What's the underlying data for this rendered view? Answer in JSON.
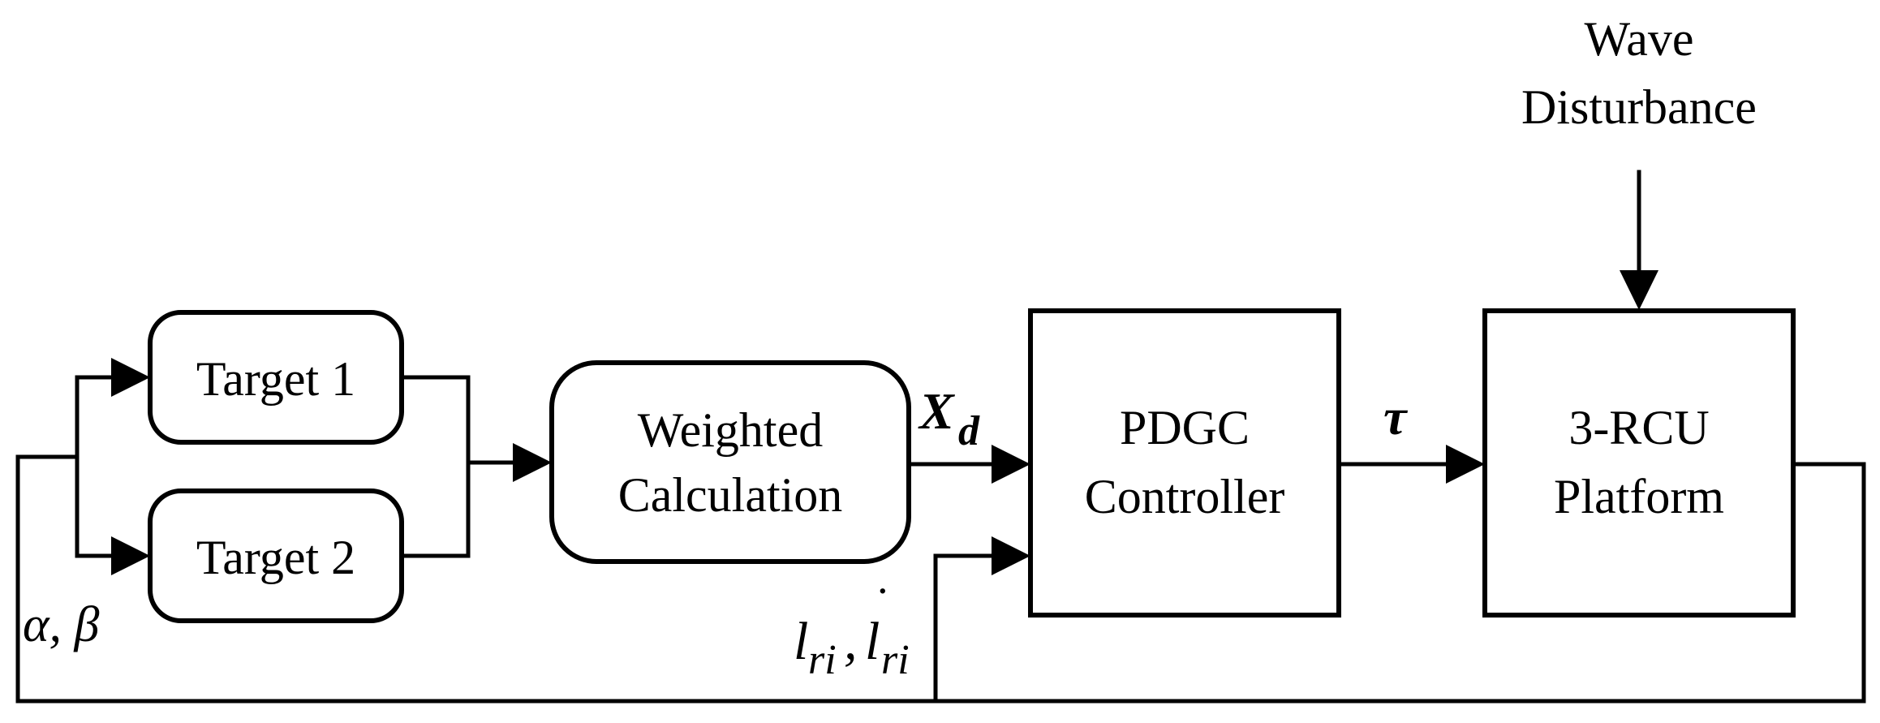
{
  "blocks": {
    "target1": {
      "label": "Target 1"
    },
    "target2": {
      "label": "Target 2"
    },
    "weighted": {
      "line1": "Weighted",
      "line2": "Calculation"
    },
    "pdgc": {
      "line1": "PDGC",
      "line2": "Controller"
    },
    "platform": {
      "line1": "3-RCU",
      "line2": "Platform"
    }
  },
  "disturbance": {
    "line1": "Wave",
    "line2": "Disturbance"
  },
  "signals": {
    "alpha_beta": "α, β",
    "xd_main": "X",
    "xd_sub": "d",
    "tau": "τ",
    "lri_l": "l",
    "lri_sub": "ri",
    "lri_sep": ",",
    "lri_dot_l": "l",
    "lri_dot": "˙",
    "lri_dot_sub": "ri"
  }
}
